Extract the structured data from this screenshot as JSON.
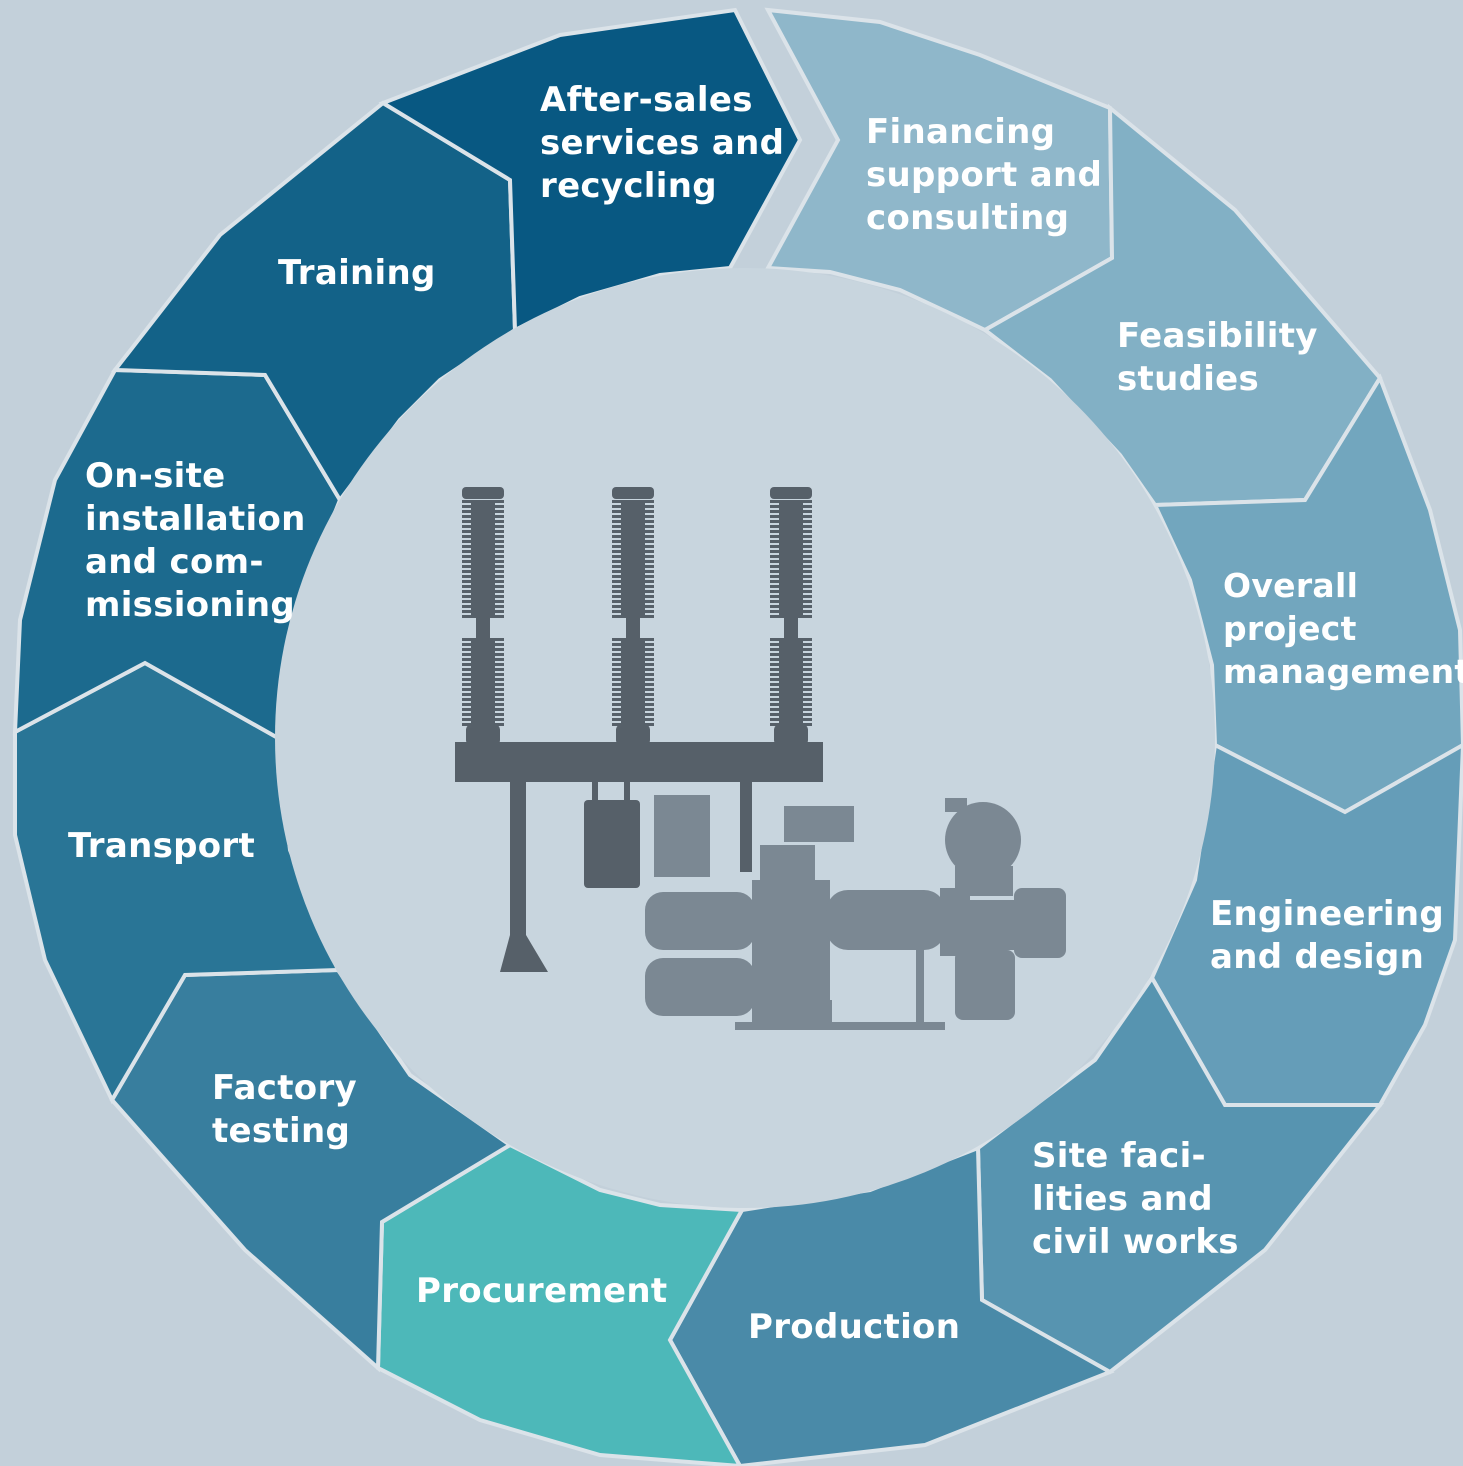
{
  "colors": {
    "background": "#c3d0da",
    "center": "#c8d5de",
    "separator": "#dbe3e9",
    "machine_dark": "#566069",
    "machine_light": "#7b8893"
  },
  "cycle": {
    "segments": [
      {
        "id": "financing",
        "lines": [
          "Financing",
          "support and",
          "consulting"
        ],
        "color": "#8fb7ca"
      },
      {
        "id": "feasibility",
        "lines": [
          "Feasibility",
          "studies"
        ],
        "color": "#82b0c5"
      },
      {
        "id": "project-management",
        "lines": [
          "Overall",
          "project",
          "management"
        ],
        "color": "#72a6be"
      },
      {
        "id": "engineering",
        "lines": [
          "Engineering",
          "and design"
        ],
        "color": "#659db8"
      },
      {
        "id": "site-facilities",
        "lines": [
          "Site faci-",
          "lities and",
          "civil works"
        ],
        "color": "#5794b0"
      },
      {
        "id": "production",
        "lines": [
          "Production"
        ],
        "color": "#4a8aa8"
      },
      {
        "id": "procurement",
        "lines": [
          "Procurement"
        ],
        "color": "#4db8b9"
      },
      {
        "id": "factory-testing",
        "lines": [
          "Factory",
          "testing"
        ],
        "color": "#387e9e"
      },
      {
        "id": "transport",
        "lines": [
          "Transport"
        ],
        "color": "#297596"
      },
      {
        "id": "installation",
        "lines": [
          "On-site",
          "installation",
          "and com-",
          "missioning"
        ],
        "color": "#1c6a8e"
      },
      {
        "id": "training",
        "lines": [
          "Training"
        ],
        "color": "#136288"
      },
      {
        "id": "after-sales",
        "lines": [
          "After-sales",
          "services and",
          "recycling"
        ],
        "color": "#085882"
      }
    ]
  }
}
